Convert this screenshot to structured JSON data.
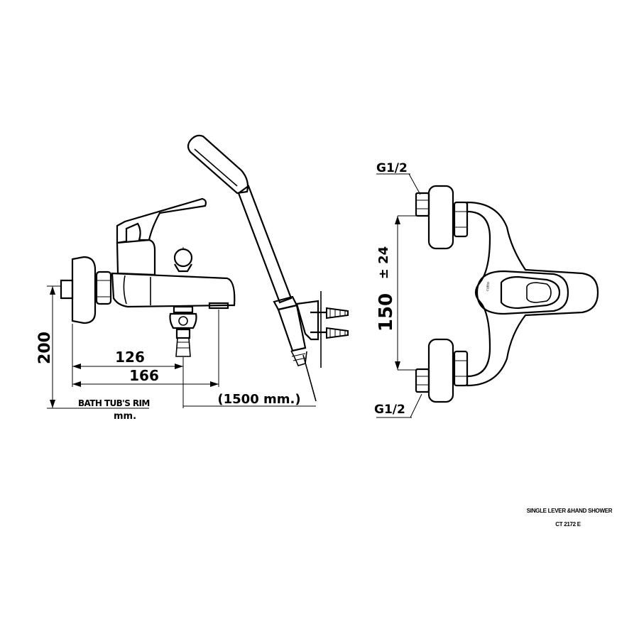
{
  "dimensions": {
    "height_200": "200",
    "width_126": "126",
    "width_166": "166",
    "hose_length": "(1500 mm.)",
    "rim_label": "BATH TUB'S RIM",
    "unit": "mm.",
    "spacing_150": "150",
    "tolerance": "± 24",
    "thread_top": "G1/2",
    "thread_bottom": "G1/2"
  },
  "caption": {
    "title": "SINGLE LEVER  &HAND SHOWER",
    "model": "CT 2172 E"
  }
}
